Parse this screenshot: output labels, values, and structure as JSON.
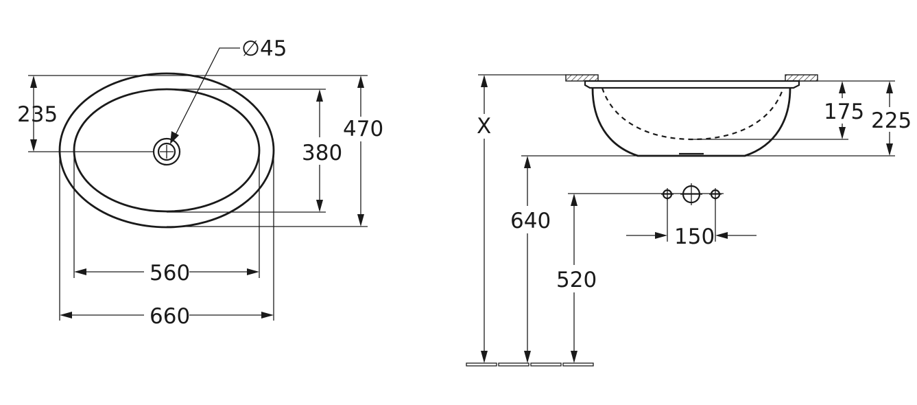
{
  "top_view": {
    "drain_diameter_label": "∅45",
    "depth_to_drain_label": "235",
    "inner_width_label": "380",
    "outer_width_label": "470",
    "inner_length_label": "560",
    "outer_length_label": "660"
  },
  "side_view": {
    "height_label": "X",
    "inner_depth_label": "175",
    "outer_depth_label": "225",
    "bowl_bottom_height_label": "640",
    "tap_height_label": "520",
    "tap_spacing_label": "150"
  },
  "colors": {
    "line": "#1a1a1a",
    "background": "#ffffff"
  }
}
